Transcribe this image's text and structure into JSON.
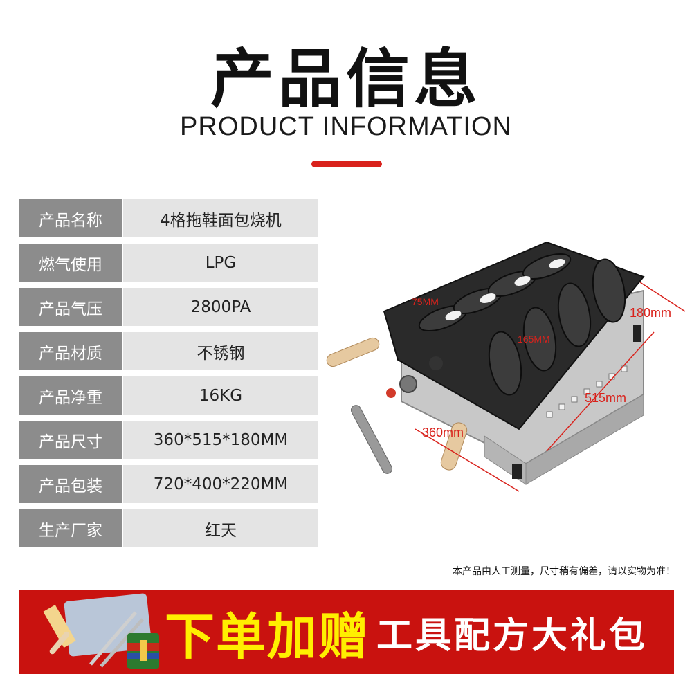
{
  "header": {
    "title_cn": "产品信息",
    "title_en": "PRODUCT INFORMATION",
    "accent_color": "#d9221c"
  },
  "specs": [
    {
      "label": "产品名称",
      "value": "4格拖鞋面包烧机"
    },
    {
      "label": "燃气使用",
      "value": "LPG"
    },
    {
      "label": "产品气压",
      "value": "2800PA"
    },
    {
      "label": "产品材质",
      "value": "不锈钢"
    },
    {
      "label": "产品净重",
      "value": "16KG"
    },
    {
      "label": "产品尺寸",
      "value": "360*515*180MM"
    },
    {
      "label": "产品包装",
      "value": "720*400*220MM"
    },
    {
      "label": "生产厂家",
      "value": "红天"
    }
  ],
  "dimensions": {
    "mold_width": "75MM",
    "mold_length": "165MM",
    "height": "180mm",
    "length": "515mm",
    "width": "360mm"
  },
  "note": "本产品由人工测量，尺寸稍有偏差，请以实物为准！",
  "banner": {
    "highlight": "下单加赠",
    "text": "工具配方大礼包",
    "bg_color": "#c9120f",
    "highlight_color": "#ffef00"
  }
}
